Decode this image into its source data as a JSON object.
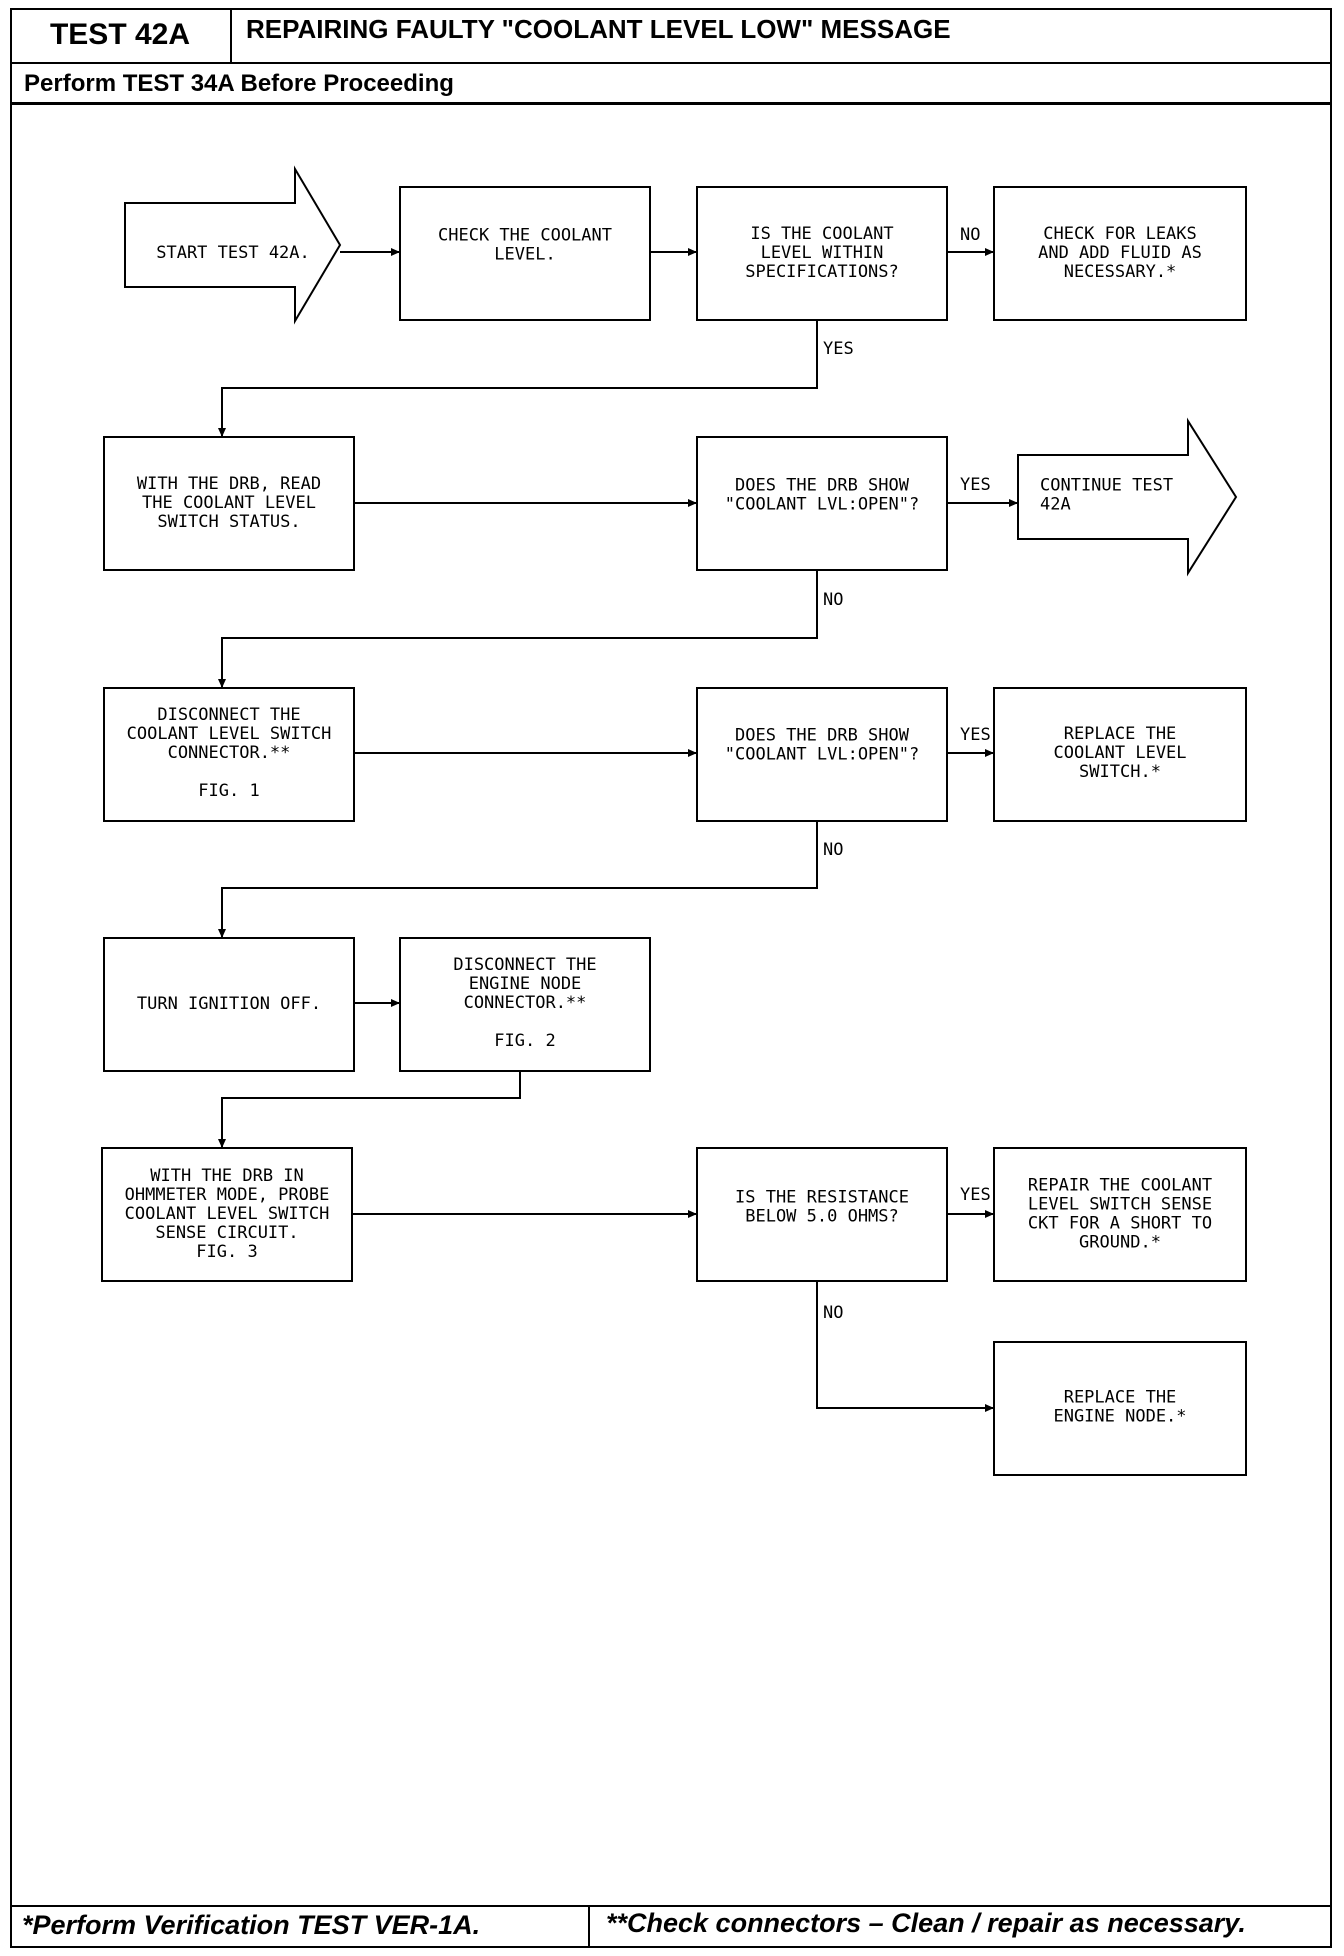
{
  "header": {
    "test_id": "TEST 42A",
    "title": "REPAIRING FAULTY \"COOLANT LEVEL LOW\" MESSAGE",
    "prerequisite": "Perform TEST 34A Before Proceeding"
  },
  "footer": {
    "note_single": "*Perform Verification TEST VER-1A.",
    "note_double": "**Check connectors – Clean / repair as necessary."
  },
  "flow": {
    "start": [
      "START TEST 42A."
    ],
    "check_level": [
      "CHECK THE COOLANT",
      "LEVEL."
    ],
    "within_spec": [
      "IS THE COOLANT",
      "LEVEL WITHIN",
      "SPECIFICATIONS?"
    ],
    "check_leaks": [
      "CHECK FOR LEAKS",
      "AND ADD FLUID AS",
      "NECESSARY.*"
    ],
    "read_status": [
      "WITH THE DRB, READ",
      "THE COOLANT LEVEL",
      "SWITCH STATUS."
    ],
    "show_open_1": [
      "DOES THE DRB SHOW",
      "\"COOLANT LVL:OPEN\"?"
    ],
    "continue": [
      "CONTINUE TEST",
      "42A"
    ],
    "disconnect_switch": [
      "DISCONNECT THE",
      "COOLANT LEVEL SWITCH",
      "CONNECTOR.**",
      "",
      "FIG. 1"
    ],
    "show_open_2": [
      "DOES THE DRB SHOW",
      "\"COOLANT LVL:OPEN\"?"
    ],
    "replace_switch": [
      "REPLACE THE",
      "COOLANT LEVEL",
      "SWITCH.*"
    ],
    "ignition_off": [
      "TURN IGNITION OFF."
    ],
    "disconnect_node": [
      "DISCONNECT THE",
      "ENGINE NODE",
      "CONNECTOR.**",
      "",
      "FIG. 2"
    ],
    "probe": [
      "WITH THE DRB IN",
      "OHMMETER MODE, PROBE",
      "COOLANT LEVEL SWITCH",
      "SENSE CIRCUIT.",
      "FIG. 3"
    ],
    "resistance": [
      "IS THE RESISTANCE",
      "BELOW 5.0 OHMS?"
    ],
    "repair_short": [
      "REPAIR THE COOLANT",
      "LEVEL SWITCH SENSE",
      "CKT FOR A SHORT TO",
      "GROUND.*"
    ],
    "replace_node": [
      "REPLACE THE",
      "ENGINE NODE.*"
    ],
    "label_yes": "YES",
    "label_no": "NO"
  }
}
